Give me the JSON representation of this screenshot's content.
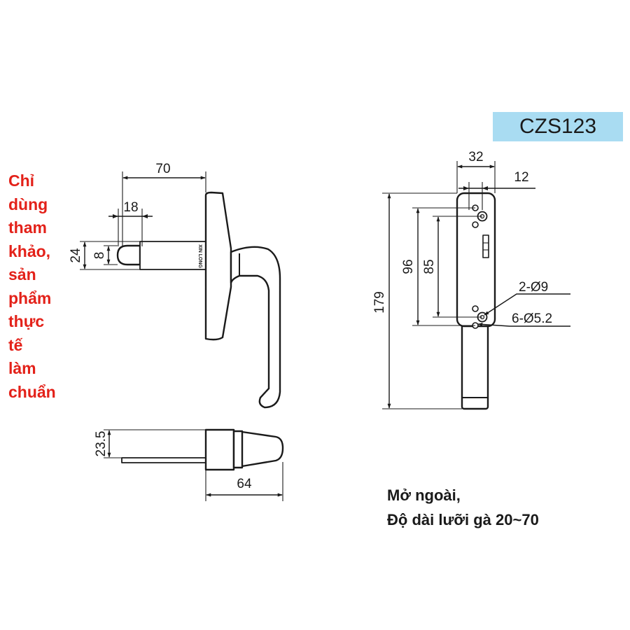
{
  "model_code": "CZS123",
  "disclaimer_lines": [
    "Chỉ",
    "dùng",
    "tham",
    "khảo,",
    "sản",
    "phẩm",
    "thực",
    "tế",
    "làm",
    "chuẩn"
  ],
  "note_lines": [
    "Mở ngoài,",
    "Độ dài lưỡi gà 20~70"
  ],
  "brand_mark": "XIN LONG",
  "dimensions": {
    "handle_length": "70",
    "tab_length": "18",
    "base_height": "24",
    "tab_width": "8",
    "side_height": "23.5",
    "side_length": "64",
    "body_width": "32",
    "hole_offset": "12",
    "total_length": "179",
    "hole_spacing_outer": "96",
    "hole_spacing_inner": "85",
    "large_holes": "2-Ø9",
    "small_holes": "6-Ø5.2"
  }
}
